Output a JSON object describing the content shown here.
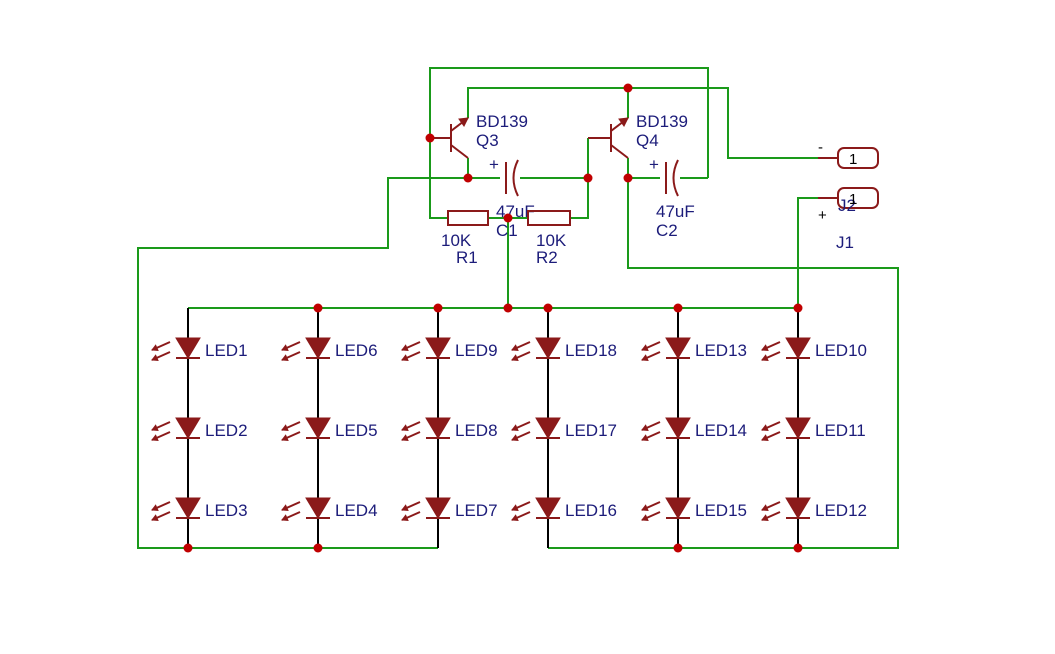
{
  "colors": {
    "wire": "#1a9a1a",
    "part": "#8b1a1a",
    "junction": "#c00000",
    "label": "#1c1c7a"
  },
  "transistors": [
    {
      "ref": "Q3",
      "value": "BD139"
    },
    {
      "ref": "Q4",
      "value": "BD139"
    }
  ],
  "capacitors": [
    {
      "ref": "C1",
      "value": "47uF",
      "polarity": "+"
    },
    {
      "ref": "C2",
      "value": "47uF",
      "polarity": "+"
    }
  ],
  "resistors": [
    {
      "ref": "R1",
      "value": "10K"
    },
    {
      "ref": "R2",
      "value": "10K"
    }
  ],
  "connector": {
    "ref": "J1",
    "overlap_ref": "J2",
    "pins": [
      {
        "number": "1",
        "polarity": "-"
      },
      {
        "number": "1",
        "polarity": "+"
      }
    ]
  },
  "led_columns": [
    [
      "LED1",
      "LED2",
      "LED3"
    ],
    [
      "LED6",
      "LED5",
      "LED4"
    ],
    [
      "LED9",
      "LED8",
      "LED7"
    ],
    [
      "LED18",
      "LED17",
      "LED16"
    ],
    [
      "LED13",
      "LED14",
      "LED15"
    ],
    [
      "LED10",
      "LED11",
      "LED12"
    ]
  ]
}
